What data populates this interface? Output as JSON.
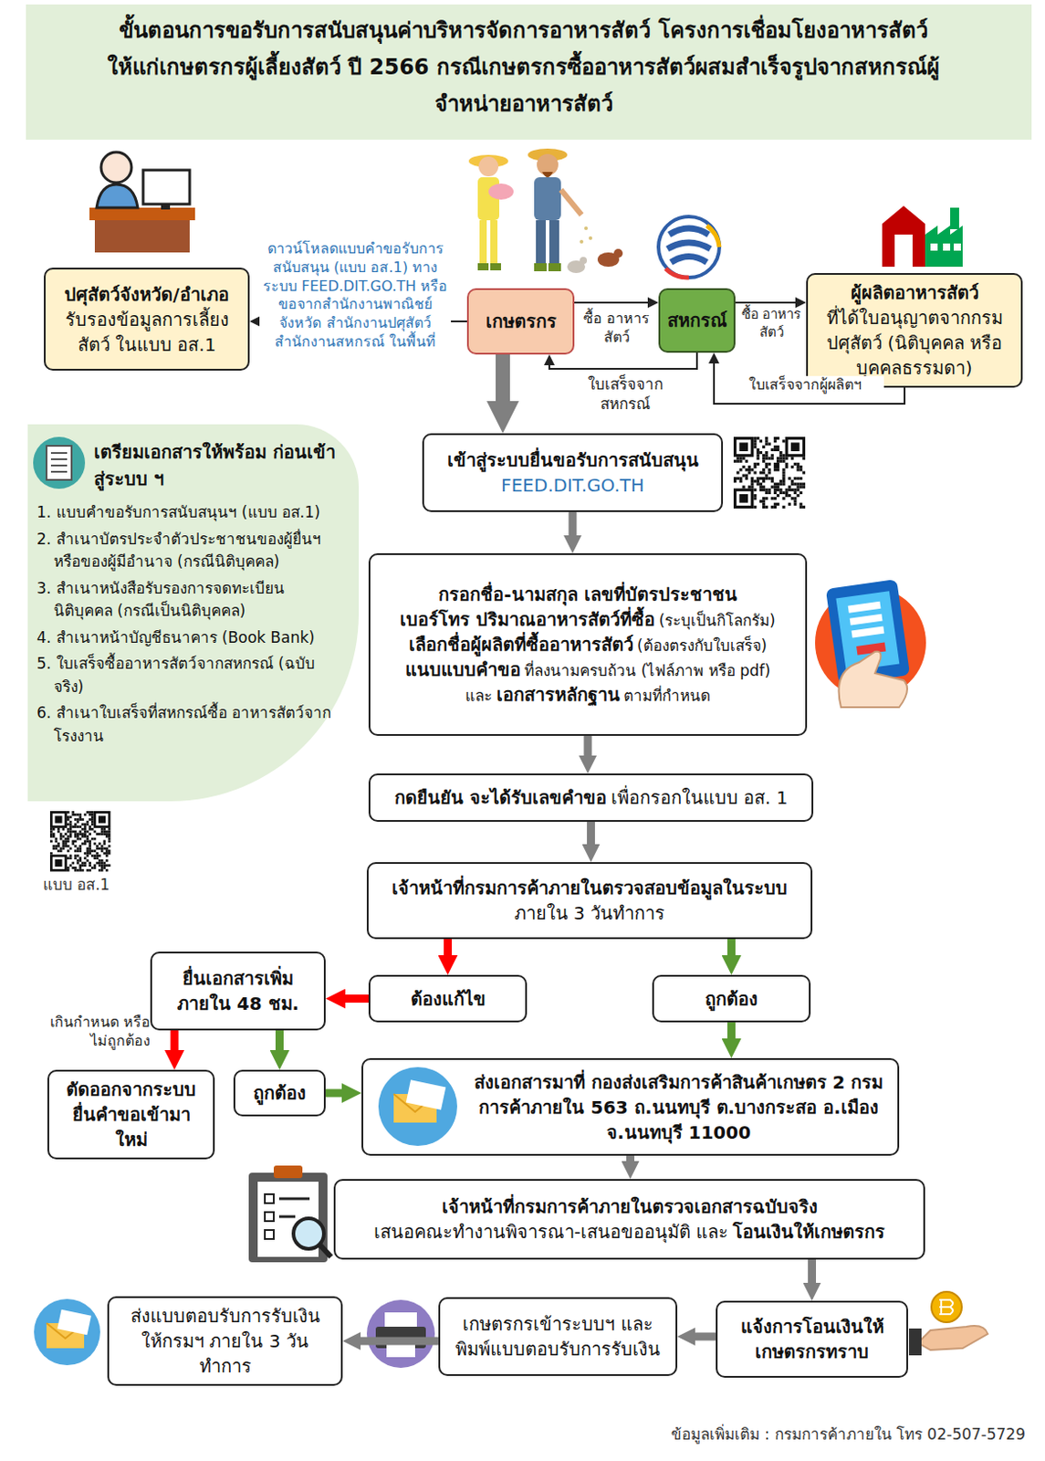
{
  "diagram": {
    "title": "ขั้นตอนการขอรับการสนับสนุนค่าบริหารจัดการอาหารสัตว์ โครงการเชื่อมโยงอาหารสัตว์ให้แก่เกษตรกรผู้เลี้ยงสัตว์ ปี 2566 กรณีเกษตรกรซื้ออาหารสัตว์ผสมสำเร็จรูปจากสหกรณ์ผู้จำหน่ายอาหารสัตว์",
    "nodes": [
      {
        "text": [
          "ปศุสัตว์จังหวัด/อำเภอ",
          "รับรองข้อมูลการเลี้ยงสัตว์ ในแบบ อส.1"
        ]
      },
      {
        "text": [
          "เกษตรกร"
        ]
      },
      {
        "text": [
          "สหกรณ์"
        ]
      },
      {
        "text": [
          "ผู้ผลิตอาหารสัตว์",
          "ที่ได้ใบอนุญาตจากกรมปศุสัตว์ (นิติบุคคล หรือ บุคคลธรรมดา)"
        ]
      },
      {
        "text": [
          "เตรียมเอกสารให้พร้อม ก่อนเข้าสู่ระบบ ฯ",
          "1. แบบคำขอรับการสนับสนุนฯ (แบบ อส.1)",
          "2. สำเนาบัตรประจำตัวประชาชนของผู้ยื่นฯ หรือของผู้มีอำนาจ (กรณีนิติบุคคล)",
          "3. สำเนาหนังสือรับรองการจดทะเบียน นิติบุคคล (กรณีเป็นนิติบุคคล)",
          "4. สำเนาหน้าบัญชีธนาคาร (Book Bank)",
          "5. ใบเสร็จซื้ออาหารสัตว์จากสหกรณ์ (ฉบับจริง)",
          "6. สำเนาใบเสร็จที่สหกรณ์ซื้อ อาหารสัตว์จากโรงงาน"
        ]
      },
      {
        "text": [
          "เข้าสู่ระบบยื่นขอรับการสนับสนุน",
          "FEED.DIT.GO.TH"
        ]
      },
      {
        "text": [
          "กรอกชื่อ-นามสกุล เลขที่บัตรประชาชน",
          "เบอร์โทร ปริมาณอาหารสัตว์ที่ซื้อ",
          "(ระบุเป็นกิโลกรัม)",
          "เลือกชื่อผู้ผลิตที่ซื้ออาหารสัตว์",
          "(ต้องตรงกับใบเสร็จ)",
          "แนบแบบคำขอ",
          "ที่ลงนามครบถ้วน (ไฟล์ภาพ หรือ pdf)",
          "และ",
          "เอกสารหลักฐาน",
          "ตามที่กำหนด"
        ]
      },
      {
        "text": [
          "กดยืนยัน จะได้รับเลขคำขอ",
          "เพื่อกรอกในแบบ อส. 1"
        ]
      },
      {
        "text": [
          "เจ้าหน้าที่กรมการค้าภายในตรวจสอบข้อมูลในระบบ",
          "ภายใน 3 วันทำการ"
        ]
      },
      {
        "text": [
          "ต้องแก้ไข"
        ]
      },
      {
        "text": [
          "ถูกต้อง"
        ]
      },
      {
        "text": [
          "ยื่นเอกสารเพิ่ม ภายใน 48 ชม."
        ]
      },
      {
        "text": [
          "ตัดออกจากระบบ ยื่นคำขอเข้ามาใหม่"
        ]
      },
      {
        "text": [
          "ถูกต้อง"
        ]
      },
      {
        "text": [
          "ส่งเอกสารมาที่ กองส่งเสริมการค้าสินค้าเกษตร 2 กรมการค้าภายใน 563 ถ.นนทบุรี ต.บางกระสอ อ.เมือง จ.นนทบุรี 11000"
        ]
      },
      {
        "text": [
          "เจ้าหน้าที่กรมการค้าภายในตรวจเอกสารฉบับจริง",
          "เสนอคณะทำงานพิจารณา-เสนอขออนุมัติ และ",
          "โอนเงินให้เกษตรกร"
        ]
      },
      {
        "text": [
          "แจ้งการโอนเงินให้เกษตรกรทราบ"
        ]
      },
      {
        "text": [
          "เกษตรกรเข้าระบบฯ และ พิมพ์แบบตอบรับการรับเงิน"
        ]
      },
      {
        "text": [
          "ส่งแบบตอบรับการรับเงิน ให้กรมฯ ภายใน 3 วันทำการ"
        ]
      }
    ],
    "edges": [
      {
        "from": 1,
        "to": 0,
        "label": "ดาวน์โหลดแบบคำขอรับการสนับสนุน (แบบ อส.1) ทาง ระบบ FEED.DIT.GO.TH หรือ ขอจากสำนักงานพาณิชย์จังหวัด สำนักงานปศุสัตว์ สำนักงานสหกรณ์ ในพื้นที่",
        "arrow": "to"
      },
      {
        "from": 1,
        "to": 2,
        "label": "ซื้อ อาหารสัตว์",
        "arrow": "to"
      },
      {
        "from": 2,
        "to": 3,
        "label": "ซื้อ อาหารสัตว์",
        "arrow": "to"
      },
      {
        "from": 2,
        "to": 1,
        "label": "ใบเสร็จจาก สหกรณ์",
        "arrow": "to"
      },
      {
        "from": 3,
        "to": 2,
        "label": "ใบเสร็จจากผู้ผลิตฯ",
        "arrow": "to"
      },
      {
        "from": 1,
        "to": 5,
        "arrow": "to"
      },
      {
        "from": 5,
        "to": 6,
        "arrow": "to"
      },
      {
        "from": 6,
        "to": 7,
        "arrow": "to"
      },
      {
        "from": 7,
        "to": 8,
        "arrow": "to"
      },
      {
        "from": 8,
        "to": 9,
        "arrow": "to"
      },
      {
        "from": 8,
        "to": 10,
        "arrow": "to"
      },
      {
        "from": 9,
        "to": 11,
        "arrow": "to"
      },
      {
        "from": 11,
        "to": 12,
        "label": "เกินกำหนด หรือไม่ถูกต้อง",
        "arrow": "to"
      },
      {
        "from": 11,
        "to": 13,
        "arrow": "to"
      },
      {
        "from": 13,
        "to": 14,
        "arrow": "to"
      },
      {
        "from": 10,
        "to": 14,
        "arrow": "to"
      },
      {
        "from": 14,
        "to": 15,
        "arrow": "to"
      },
      {
        "from": 15,
        "to": 16,
        "arrow": "to"
      },
      {
        "from": 16,
        "to": 17,
        "arrow": "to"
      },
      {
        "from": 17,
        "to": 18,
        "arrow": "to"
      }
    ],
    "labels": [
      "แบบ อส.1",
      "ข้อมูลเพิ่มเติม : กรมการค้าภายใน โทร 02-507-5729"
    ]
  }
}
